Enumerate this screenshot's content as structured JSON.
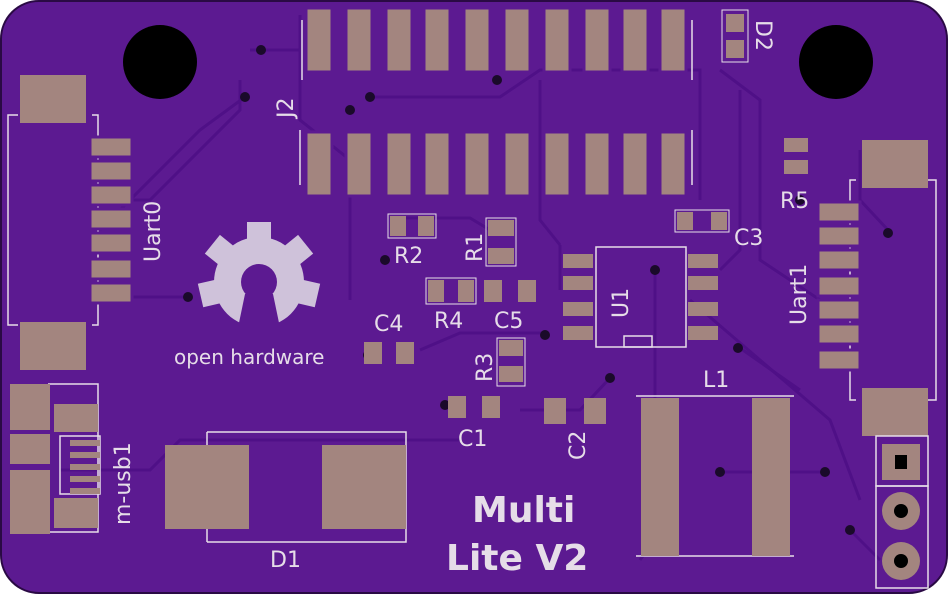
{
  "colors": {
    "board": "#5c1a91",
    "board_edge": "#2a0a44",
    "trace": "#52128a",
    "pad": "#a3857f",
    "silk": "#e6dde8",
    "drill": "#000000"
  },
  "board": {
    "title_line1": "Multi",
    "title_line2": "Lite V2",
    "logo_text": "open hardware"
  },
  "labels": {
    "j2": "J2",
    "d2": "D2",
    "uart0": "Uart0",
    "uart1": "Uart1",
    "r1": "R1",
    "r2": "R2",
    "r3": "R3",
    "r4": "R4",
    "r5": "R5",
    "c1": "C1",
    "c2": "C2",
    "c3": "C3",
    "c4": "C4",
    "c5": "C5",
    "u1": "U1",
    "l1": "L1",
    "d1": "D1",
    "musb": "m-usb1"
  },
  "icons": {
    "logo": "open-hardware-gear-icon",
    "mounting_hole": "mounting-hole-icon"
  }
}
